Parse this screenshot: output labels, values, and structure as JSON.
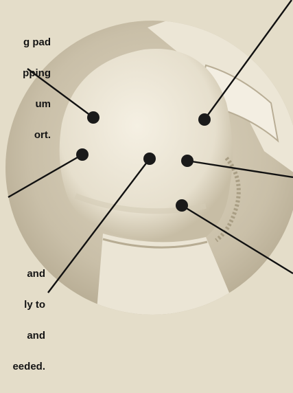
{
  "callouts": {
    "top_left": [
      "g pad",
      "pping",
      "um",
      "ort."
    ],
    "bottom_left": [
      "and",
      "ly to",
      "and",
      "eeded."
    ]
  },
  "colors": {
    "paper": "#e4ddc9",
    "circle": "#cfc6b0",
    "dot": "#1a1a1a",
    "text": "#141414"
  }
}
